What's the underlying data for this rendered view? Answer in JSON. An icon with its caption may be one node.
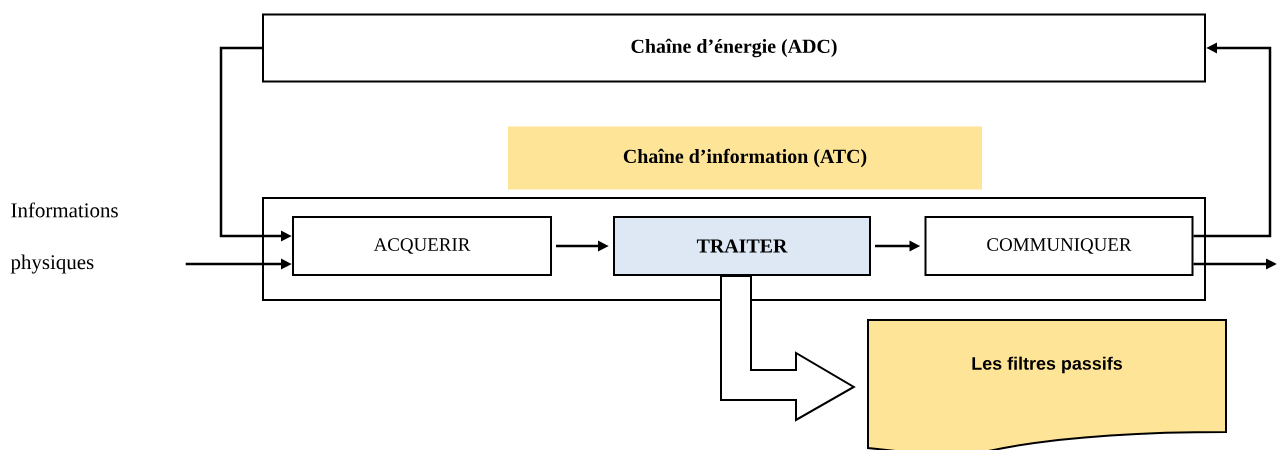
{
  "diagram": {
    "nodes": [
      {
        "text": [
          "Chaîne d’énergie (ADC)"
        ]
      },
      {
        "text": [
          "Chaîne d’information (ATC)"
        ]
      },
      {
        "text": [
          "ACQUERIR"
        ],
        "in": 1
      },
      {
        "text": [
          "TRAITER"
        ],
        "in": 1
      },
      {
        "text": [
          "COMMUNIQUER"
        ],
        "in": 1
      },
      {
        "text": [
          "Informations physiques"
        ]
      },
      {
        "text": [
          "Les filtres passifs"
        ]
      }
    ],
    "edges": [
      {
        "from": 0,
        "to": 2,
        "arrow": "to"
      },
      {
        "from": 5,
        "to": 2,
        "arrow": "to"
      },
      {
        "from": 2,
        "to": 3,
        "arrow": "to"
      },
      {
        "from": 3,
        "to": 4,
        "arrow": "to"
      },
      {
        "from": 4,
        "to": 0,
        "arrow": "to"
      },
      {
        "from": 4,
        "to": null,
        "arrow": "to"
      },
      {
        "from": 3,
        "to": 6,
        "arrow": "to",
        "style": "thick"
      }
    ]
  }
}
